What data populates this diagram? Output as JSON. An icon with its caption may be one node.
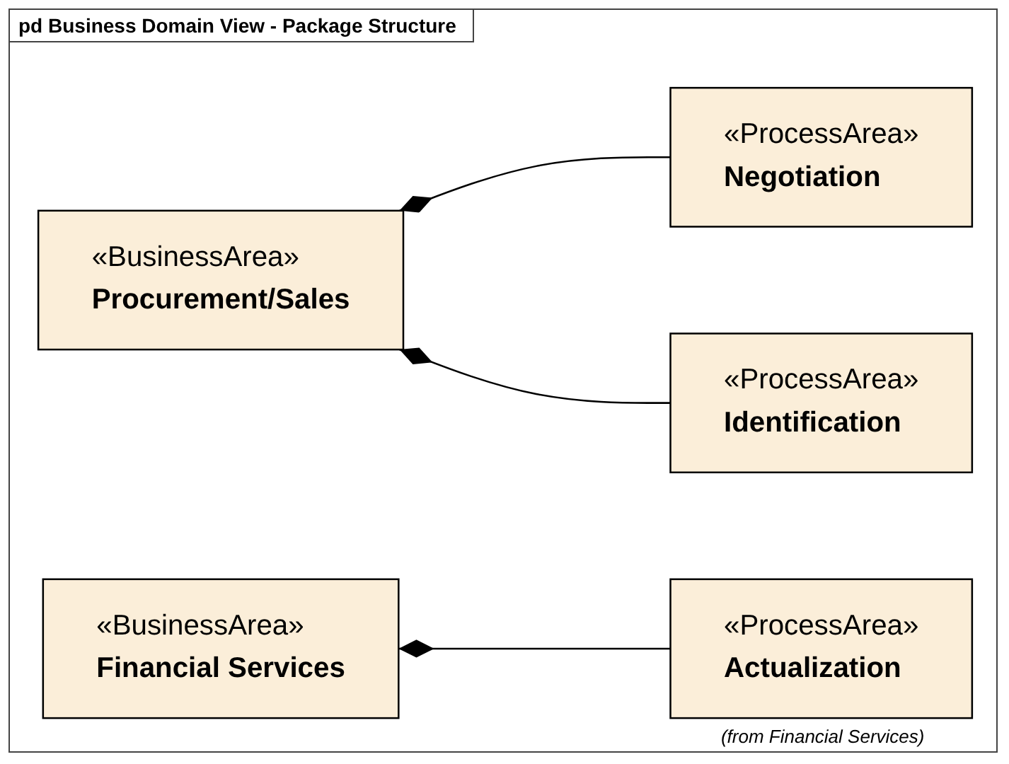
{
  "diagram": {
    "title": "pd Business Domain View - Package Structure",
    "nodes": [
      {
        "text": [
          "«BusinessArea»",
          "Procurement/Sales"
        ]
      },
      {
        "text": [
          "«ProcessArea»",
          "Negotiation"
        ]
      },
      {
        "text": [
          "«ProcessArea»",
          "Identification"
        ]
      },
      {
        "text": [
          "«BusinessArea»",
          "Financial Services"
        ]
      },
      {
        "text": [
          "«ProcessArea»",
          "Actualization"
        ],
        "beside": [
          "(from Financial Services)"
        ]
      }
    ],
    "edges": [
      {
        "from": 0,
        "to": 1,
        "arrow": "other"
      },
      {
        "from": 0,
        "to": 2,
        "arrow": "other"
      },
      {
        "from": 3,
        "to": 4,
        "arrow": "other"
      }
    ]
  }
}
